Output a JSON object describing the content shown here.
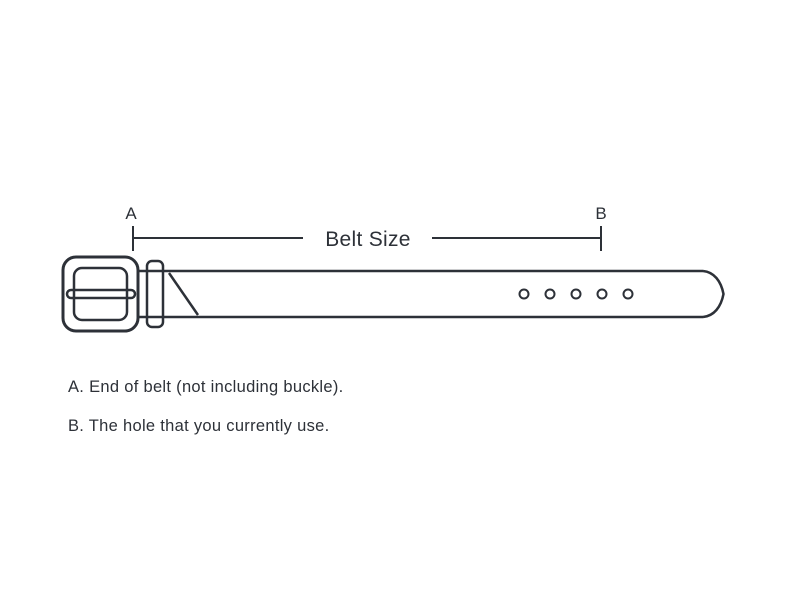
{
  "diagram": {
    "title_label": "Belt Size",
    "marker_a": "A",
    "marker_b": "B",
    "notes": {
      "a": "A. End of belt (not including buckle).",
      "b": "B. The hole that you currently use."
    },
    "belt": {
      "hole_count": 5
    },
    "colors": {
      "ink": "#2d3138",
      "background": "#ffffff"
    }
  }
}
